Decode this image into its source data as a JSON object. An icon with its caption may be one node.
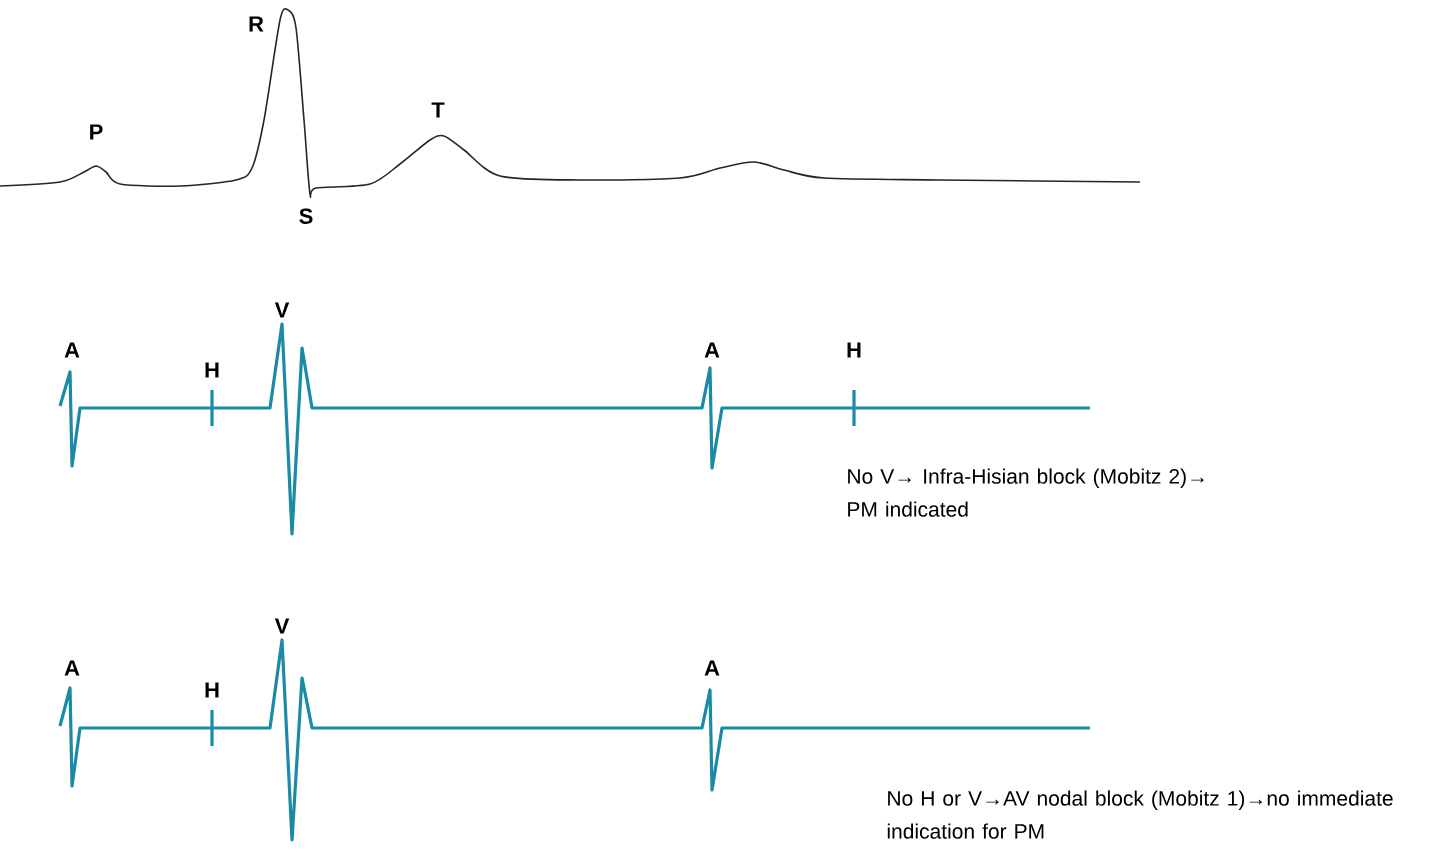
{
  "diagram": {
    "labels": [
      "P",
      "R",
      "S",
      "T",
      "A",
      "H",
      "V",
      "A",
      "H",
      "No V→ Infra-Hisian block (Mobitz 2)→ PM indicated",
      "A",
      "H",
      "V",
      "A",
      "No H or V→AV nodal block (Mobitz 1)→no immediate indication for PM"
    ]
  }
}
